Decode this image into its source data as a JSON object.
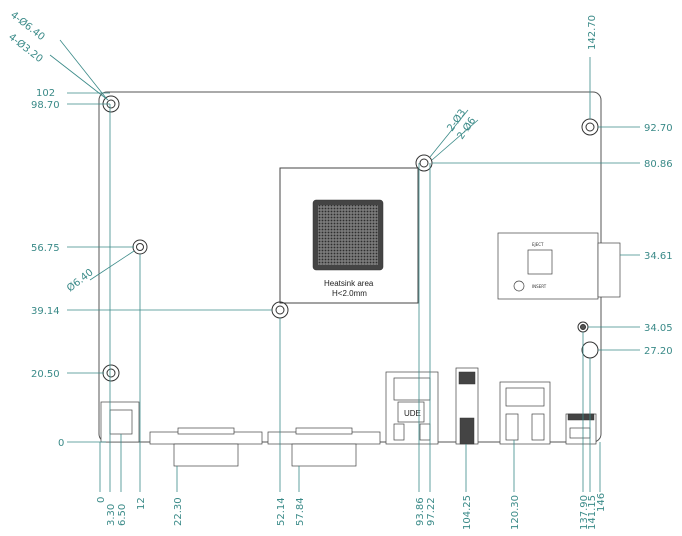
{
  "labels": {
    "hole_spec_a": "4-Ø6.40",
    "hole_spec_b": "4-Ø3.20",
    "hole_spec_c": "2-Ø3",
    "hole_spec_d": "2-Ø6",
    "hole_spec_e": "Ø6.40",
    "heatsink_line1": "Heatsink area",
    "heatsink_line2": "H<2.0mm",
    "sd_eject": "EJECT",
    "sd_insert": "INSERT",
    "rj_label": "UDE"
  },
  "dims_left": [
    "102",
    "98.70",
    "56.75",
    "39.14",
    "20.50",
    "0"
  ],
  "dims_right": [
    "92.70",
    "80.86",
    "34.61",
    "34.05",
    "27.20"
  ],
  "dims_top": [
    "142.70"
  ],
  "dims_bottom": [
    "0",
    "3.30",
    "6.50",
    "12",
    "22.30",
    "52.14",
    "57.84",
    "93.86",
    "97.22",
    "104.25",
    "120.30",
    "137.90",
    "141.15",
    "146"
  ],
  "colors": {
    "dimension": "#3a8a88",
    "outline": "#555555"
  }
}
